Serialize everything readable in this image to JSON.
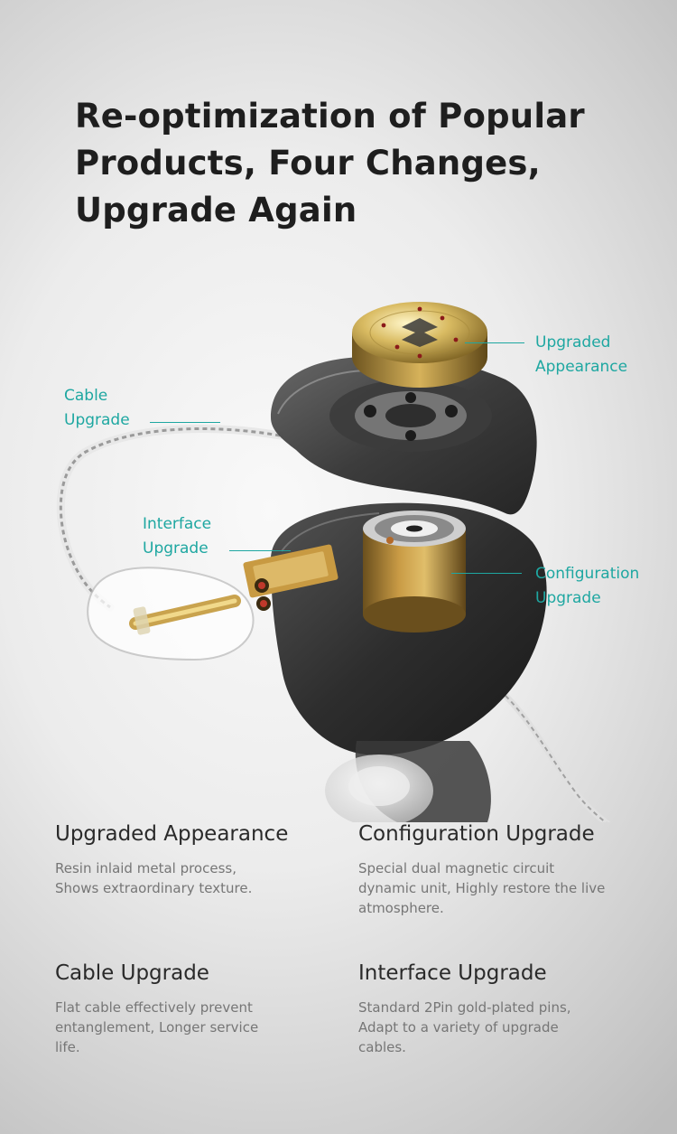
{
  "headline": {
    "line1": "Re-optimization of Popular",
    "line2": "Products, Four Changes,",
    "line3": "Upgrade Again"
  },
  "callouts": {
    "appearance": {
      "line1": "Upgraded",
      "line2": "Appearance"
    },
    "cable": {
      "line1": "Cable",
      "line2": "Upgrade"
    },
    "interface": {
      "line1": "Interface",
      "line2": "Upgrade"
    },
    "configuration": {
      "line1": "Configuration",
      "line2": "Upgrade"
    }
  },
  "features": [
    {
      "title": "Upgraded Appearance",
      "desc": [
        "Resin inlaid metal process,",
        "Shows extraordinary texture."
      ]
    },
    {
      "title": "Configuration Upgrade",
      "desc": [
        "Special dual magnetic circuit",
        "dynamic unit, Highly restore the live",
        "atmosphere."
      ]
    },
    {
      "title": "Cable Upgrade",
      "desc": [
        "Flat cable effectively prevent",
        "entanglement, Longer service",
        "life."
      ]
    },
    {
      "title": "Interface Upgrade",
      "desc": [
        "Standard 2Pin gold-plated pins,",
        "Adapt to a variety of upgrade",
        "cables."
      ]
    }
  ],
  "colors": {
    "accent": "#1ea7a1",
    "heading": "#1e1e1e",
    "body_text": "#767676"
  }
}
